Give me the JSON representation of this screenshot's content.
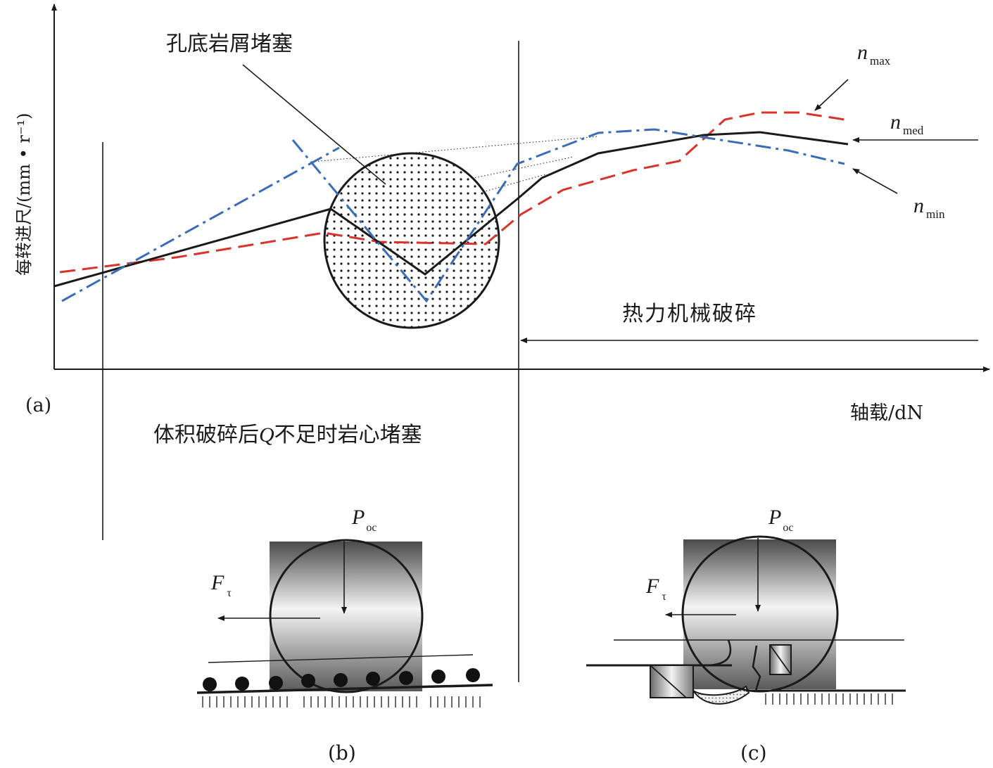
{
  "panel_a": {
    "label": "(a)",
    "y_axis_label": "每转进尺/(mm • r⁻¹)",
    "x_axis_label": "轴载/dN",
    "annotation_bottom_hole": "孔底岩屑堵塞",
    "annotation_thermal": "热力机械破碎",
    "annotation_volume_pre": "体积破碎后",
    "annotation_volume_q": "Q",
    "annotation_volume_post": "不足时岩心堵塞",
    "series": [
      {
        "name": "n",
        "sub": "max",
        "color": "#d9342b",
        "style": "dashed"
      },
      {
        "name": "n",
        "sub": "med",
        "color": "#1a1a1a",
        "style": "solid"
      },
      {
        "name": "n",
        "sub": "min",
        "color": "#3a6db5",
        "style": "dash-dot"
      }
    ]
  },
  "panel_b": {
    "label": "(b)",
    "force_p": "P",
    "force_p_sub": "oc",
    "force_f": "F",
    "force_f_sub": "τ"
  },
  "panel_c": {
    "label": "(c)",
    "force_p": "P",
    "force_p_sub": "oc",
    "force_f": "F",
    "force_f_sub": "τ"
  }
}
